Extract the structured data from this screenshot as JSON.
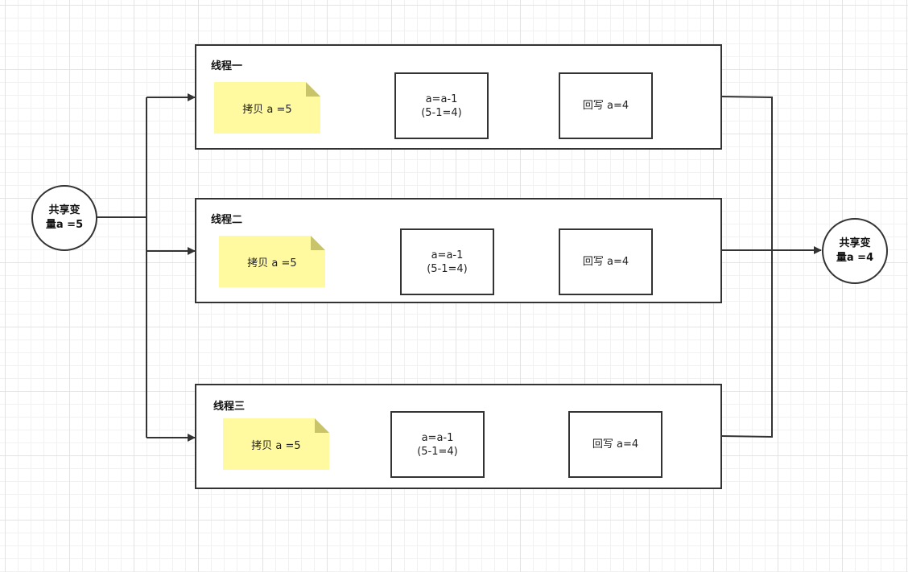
{
  "shared_input": {
    "line1": "共享变",
    "line2": "量a =5"
  },
  "shared_output": {
    "line1": "共享变",
    "line2": "量a =4"
  },
  "threads": [
    {
      "title": "线程一",
      "copy": "拷贝 a =5",
      "calc_line1": "a=a-1",
      "calc_line2": "(5-1=4)",
      "write": "回写 a=4"
    },
    {
      "title": "线程二",
      "copy": "拷贝 a =5",
      "calc_line1": "a=a-1",
      "calc_line2": "(5-1=4)",
      "write": "回写 a=4"
    },
    {
      "title": "线程三",
      "copy": "拷贝 a =5",
      "calc_line1": "a=a-1",
      "calc_line2": "(5-1=4)",
      "write": "回写 a=4"
    }
  ],
  "colors": {
    "note": "#fffaa0",
    "note_fold": "#c9c46a",
    "stroke": "#333333"
  }
}
